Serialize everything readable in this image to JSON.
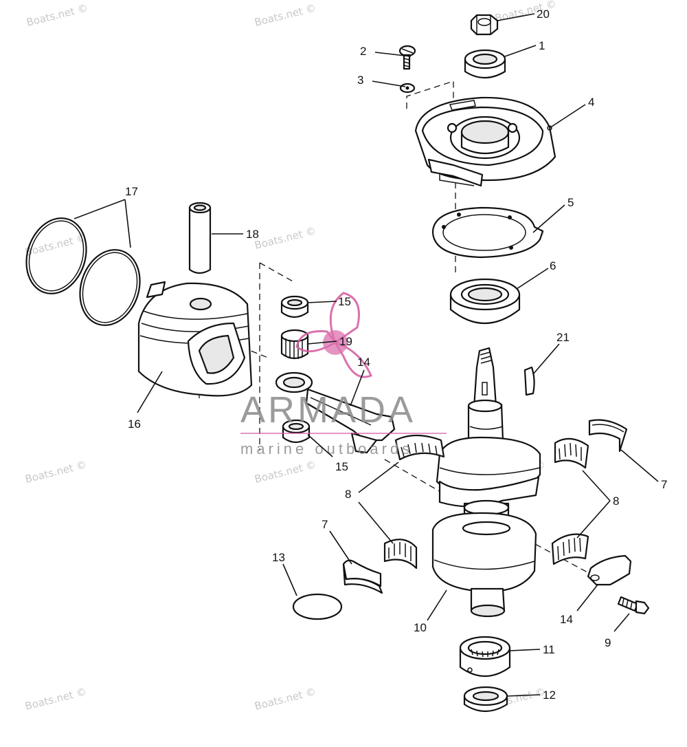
{
  "watermark": "Boats.net ©",
  "logo": {
    "name": "ARMADA",
    "tagline": "marine outboards",
    "color": "#d45aa0"
  },
  "callouts": [
    {
      "id": "1",
      "label": "1"
    },
    {
      "id": "2",
      "label": "2"
    },
    {
      "id": "3",
      "label": "3"
    },
    {
      "id": "4",
      "label": "4"
    },
    {
      "id": "5",
      "label": "5"
    },
    {
      "id": "6",
      "label": "6"
    },
    {
      "id": "7a",
      "label": "7"
    },
    {
      "id": "7b",
      "label": "7"
    },
    {
      "id": "8a",
      "label": "8"
    },
    {
      "id": "8b",
      "label": "8"
    },
    {
      "id": "9",
      "label": "9"
    },
    {
      "id": "10",
      "label": "10"
    },
    {
      "id": "11",
      "label": "11"
    },
    {
      "id": "12",
      "label": "12"
    },
    {
      "id": "13",
      "label": "13"
    },
    {
      "id": "14a",
      "label": "14"
    },
    {
      "id": "14b",
      "label": "14"
    },
    {
      "id": "15a",
      "label": "15"
    },
    {
      "id": "15b",
      "label": "15"
    },
    {
      "id": "16",
      "label": "16"
    },
    {
      "id": "17",
      "label": "17"
    },
    {
      "id": "18",
      "label": "18"
    },
    {
      "id": "19",
      "label": "19"
    },
    {
      "id": "20",
      "label": "20"
    },
    {
      "id": "21",
      "label": "21"
    }
  ]
}
